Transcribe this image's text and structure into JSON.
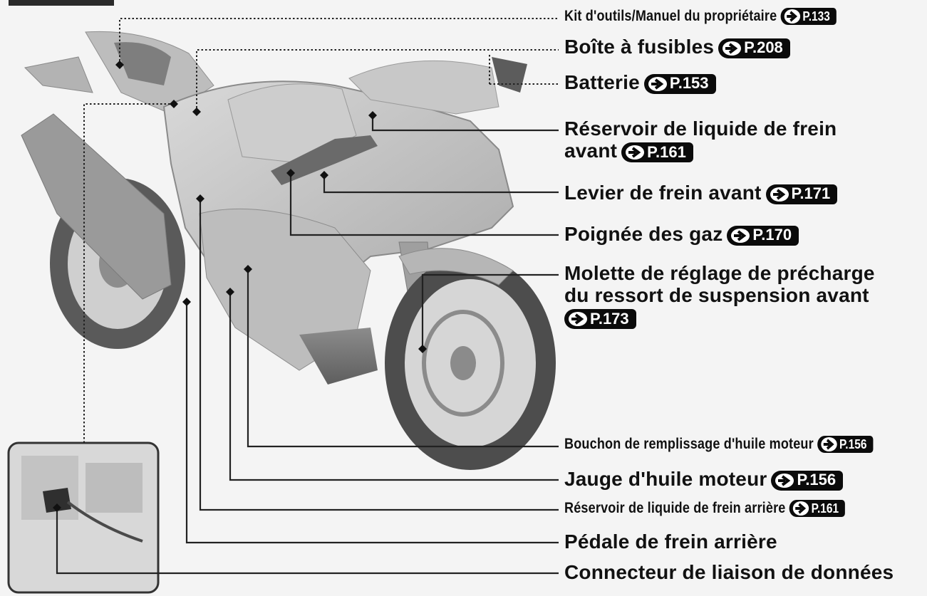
{
  "figure": {
    "labels": [
      {
        "id": "kit",
        "text": "Kit d'outils/Manuel du propriétaire",
        "ref": "P.133"
      },
      {
        "id": "fuse",
        "text": "Boîte à fusibles",
        "ref": "P.208"
      },
      {
        "id": "battery",
        "text": "Batterie",
        "ref": "P.153"
      },
      {
        "id": "front_fluid",
        "text": "Réservoir de liquide de frein",
        "text2": "avant",
        "ref": "P.161"
      },
      {
        "id": "front_lever",
        "text": "Levier de frein avant",
        "ref": "P.171"
      },
      {
        "id": "throttle",
        "text": "Poignée des gaz",
        "ref": "P.170"
      },
      {
        "id": "preload",
        "text": "Molette de réglage de précharge",
        "text2": "du ressort de suspension avant",
        "ref": "P.173"
      },
      {
        "id": "oil_cap",
        "text": "Bouchon de remplissage d'huile moteur",
        "ref": "P.156"
      },
      {
        "id": "dipstick",
        "text": "Jauge d'huile moteur",
        "ref": "P.156"
      },
      {
        "id": "rear_fluid",
        "text": "Réservoir de liquide de frein arrière",
        "ref": "P.161"
      },
      {
        "id": "rear_pedal",
        "text": "Pédale de frein arrière"
      },
      {
        "id": "dlc",
        "text": "Connecteur de liaison de données"
      }
    ]
  }
}
